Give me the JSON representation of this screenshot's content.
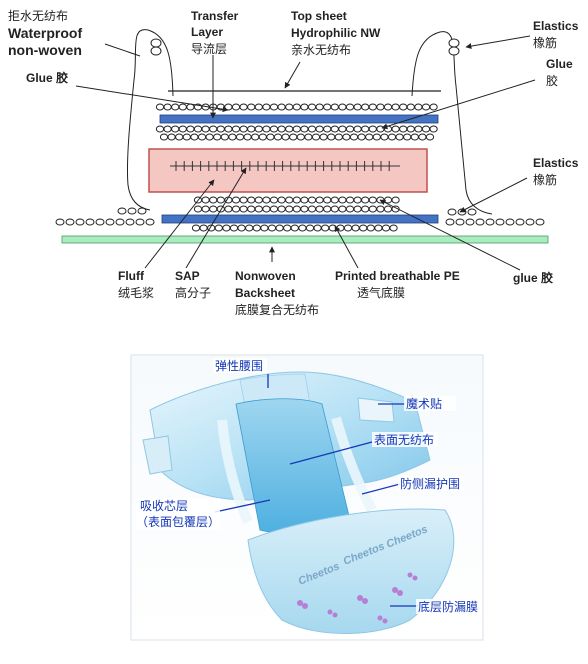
{
  "diagram_top": {
    "labels": {
      "waterproof_cn": "拒水无纺布",
      "waterproof_en_1": "Waterproof",
      "waterproof_en_2": "non-woven",
      "transfer_en_1": "Transfer",
      "transfer_en_2": "Layer",
      "transfer_cn": "导流层",
      "topsheet_en_1": "Top sheet",
      "topsheet_en_2": "Hydrophilic NW",
      "topsheet_cn": "亲水无纺布",
      "elastics_top_en": "Elastics",
      "elastics_top_cn": "橡筋",
      "glue_left": "Glue 胶",
      "glue_right_en": "Glue",
      "glue_right_cn": "胶",
      "elastics_mid_en": "Elastics",
      "elastics_mid_cn": "橡筋",
      "fluff_en": "Fluff",
      "fluff_cn": "绒毛浆",
      "sap_en": "SAP",
      "sap_cn": "高分子",
      "nonwoven_en_1": "Nonwoven",
      "nonwoven_en_2": "Backsheet",
      "nonwoven_cn": "底膜复合无纺布",
      "printed_en": "Printed breathable PE",
      "printed_cn": "透气底膜",
      "glue_bottom": "glue 胶"
    },
    "colors": {
      "blue_layer": "#4472c4",
      "core_fill": "#f4c7c3",
      "core_stroke": "#c0504d",
      "backsheet": "#a8ecc0"
    }
  },
  "photo": {
    "labels": {
      "waistband": "弹性腰围",
      "magic_tape": "魔术贴",
      "surface": "表面无纺布",
      "leak_guard": "防侧漏护围",
      "core_1": "吸收芯层",
      "core_2": "（表面包覆层）",
      "bottom_film": "底层防漏膜"
    },
    "brand_text": "Cheetos"
  }
}
